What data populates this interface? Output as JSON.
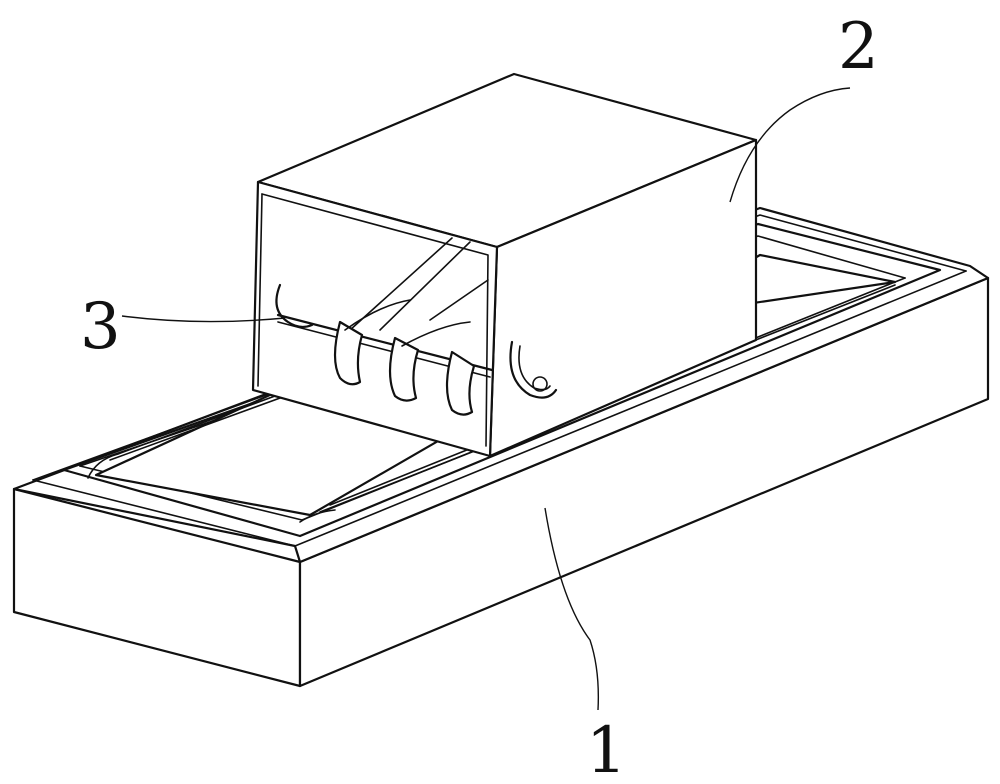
{
  "callouts": [
    {
      "id": "1",
      "text": "1"
    },
    {
      "id": "2",
      "text": "2"
    },
    {
      "id": "3",
      "text": "3"
    }
  ],
  "colors": {
    "stroke": "#111111",
    "background": "#ffffff"
  }
}
